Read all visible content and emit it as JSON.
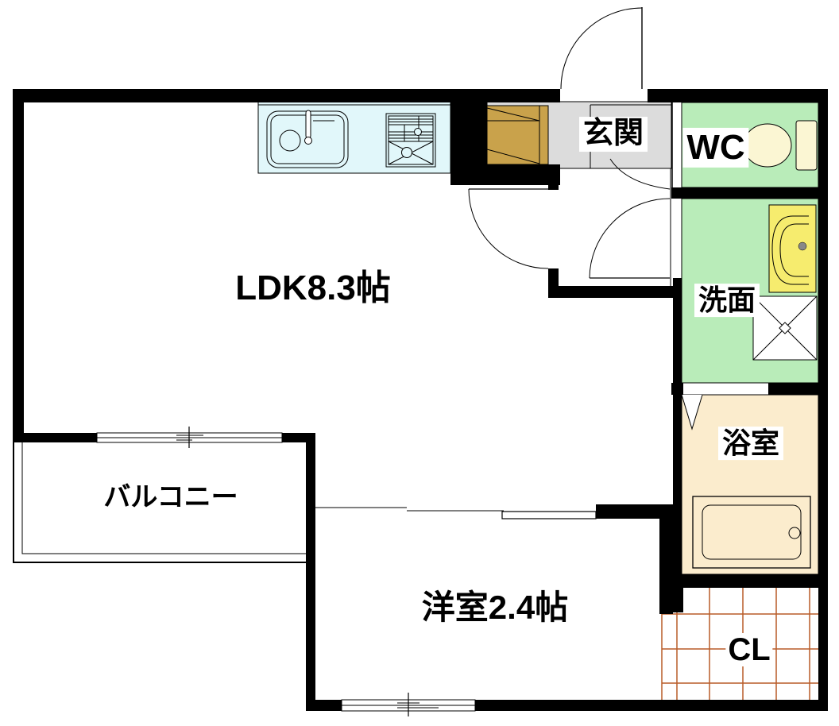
{
  "floorplan": {
    "title": "apartment-floorplan",
    "rooms": [
      {
        "id": "ldk",
        "label": "LDK8.3帖"
      },
      {
        "id": "genkan",
        "label": "玄関"
      },
      {
        "id": "wc",
        "label": "WC"
      },
      {
        "id": "washroom",
        "label": "洗面"
      },
      {
        "id": "bathroom",
        "label": "浴室"
      },
      {
        "id": "western_room",
        "label": "洋室2.4帖"
      },
      {
        "id": "balcony",
        "label": "バルコニー"
      },
      {
        "id": "closet",
        "label": "CL"
      }
    ],
    "fixtures": [
      "kitchen-sink",
      "gas-stove",
      "shoe-cabinet",
      "entry-door",
      "toilet",
      "vanity-basin",
      "washing-machine-pan",
      "bathtub",
      "folding-bath-door",
      "ldk-hinged-door",
      "washroom-hinged-door",
      "wc-door-swing",
      "sliding-partition",
      "ldk-window",
      "western-room-window",
      "balcony-railing"
    ],
    "colors": {
      "wall": "#000000",
      "genkan_floor": "#dcdcdc",
      "wet_area_green": "#b9ecb9",
      "bathroom_floor": "#fbeccd",
      "kitchen_counter": "#e1f7fa",
      "fixture_yellow": "#f6ec6e",
      "toilet_yellow": "#fbf6d3",
      "cabinet_brown": "#c9a24b",
      "closet_grid": "#b85c28",
      "background": "#ffffff"
    }
  }
}
